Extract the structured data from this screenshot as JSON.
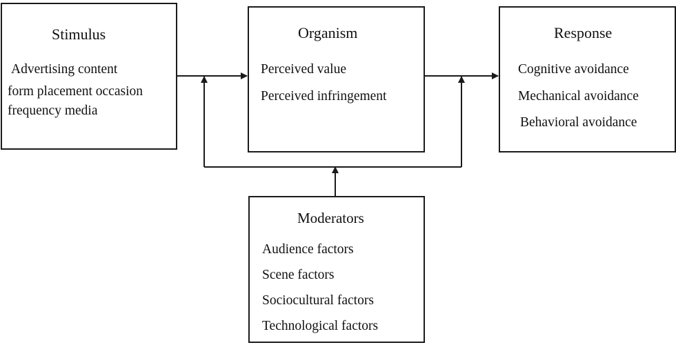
{
  "stimulus": {
    "title": "Stimulus",
    "lines": [
      "Advertising content",
      "form placement occasion",
      "frequency media"
    ]
  },
  "organism": {
    "title": "Organism",
    "lines": [
      "Perceived value",
      "Perceived infringement"
    ]
  },
  "response": {
    "title": "Response",
    "lines": [
      "Cognitive avoidance",
      "Mechanical avoidance",
      "Behavioral avoidance"
    ]
  },
  "moderators": {
    "title": "Moderators",
    "lines": [
      "Audience factors",
      "Scene factors",
      "Sociocultural factors",
      "Technological factors"
    ]
  },
  "colors": {
    "stroke": "#1a1a1a",
    "background": "#ffffff"
  }
}
